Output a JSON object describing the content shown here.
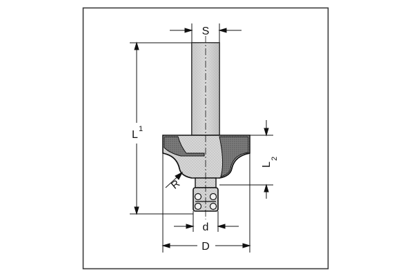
{
  "labels": {
    "shank_diameter": "S",
    "overall_length_main": "L",
    "overall_length_sub": "1",
    "cut_length_main": "L",
    "cut_length_sub": "2",
    "radius": "R",
    "bearing_diameter": "d",
    "cutting_diameter": "D"
  },
  "colors": {
    "frame": "#3a3a3a",
    "line": "#111111",
    "steel_light": "#d8d8d8",
    "steel_dark": "#6e6e6e",
    "background": "#ffffff"
  }
}
